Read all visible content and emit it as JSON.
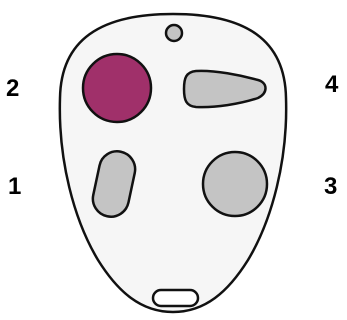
{
  "colors": {
    "background": "#ffffff",
    "outline": "#111111",
    "body_fill": "#f6f6f6",
    "button_gray": "#c4c4c4",
    "button_active": "#a0306a"
  },
  "buttons": [
    {
      "number": "1",
      "shape": "pill",
      "state": "normal"
    },
    {
      "number": "2",
      "shape": "circle",
      "state": "highlighted"
    },
    {
      "number": "3",
      "shape": "circle",
      "state": "normal"
    },
    {
      "number": "4",
      "shape": "wedge",
      "state": "normal"
    }
  ]
}
